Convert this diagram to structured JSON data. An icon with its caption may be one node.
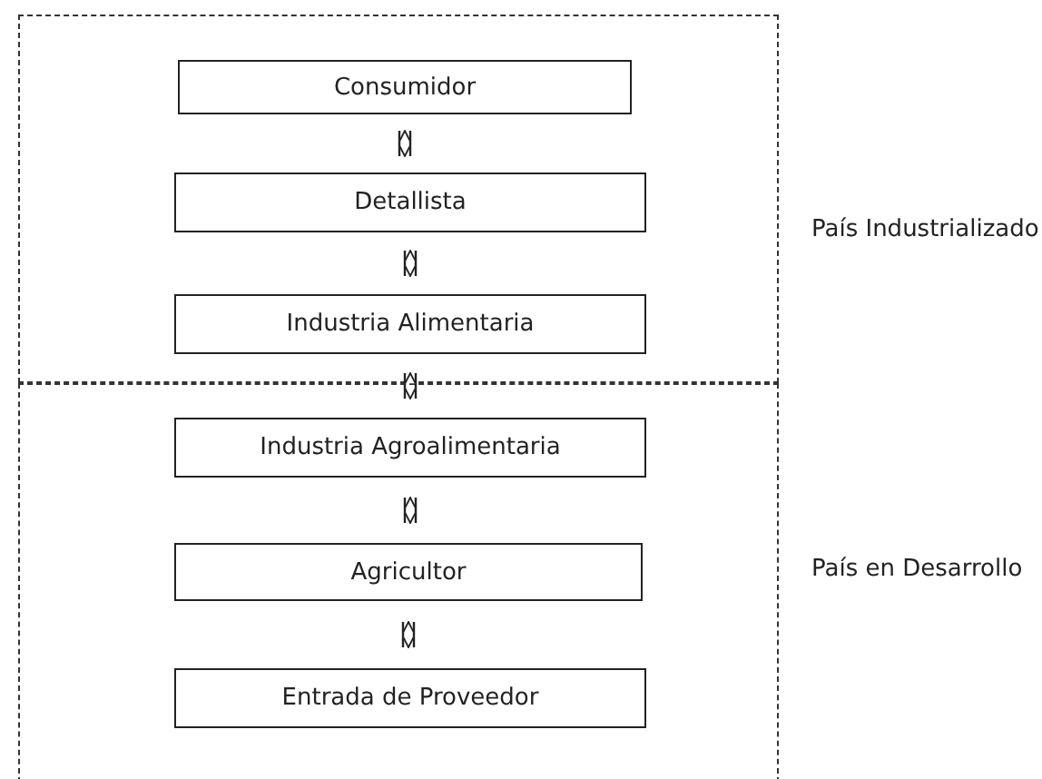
{
  "diagram": {
    "nodes": [
      {
        "text": [
          "País Industrializado"
        ]
      },
      {
        "text": [
          "Consumidor"
        ],
        "in": 0
      },
      {
        "text": [
          "Detallista"
        ],
        "in": 0
      },
      {
        "text": [
          "Industria Alimentaria"
        ],
        "in": 0
      },
      {
        "text": [
          "País en Desarrollo"
        ]
      },
      {
        "text": [
          "Industria Agroalimentaria"
        ],
        "in": 4
      },
      {
        "text": [
          "Agricultor"
        ],
        "in": 4
      },
      {
        "text": [
          "Entrada de Proveedor"
        ],
        "in": 4
      }
    ],
    "edges": [
      {
        "from": 1,
        "to": 2,
        "arrow": "both"
      },
      {
        "from": 2,
        "to": 3,
        "arrow": "both"
      },
      {
        "from": 3,
        "to": 5,
        "arrow": "both"
      },
      {
        "from": 5,
        "to": 6,
        "arrow": "both"
      },
      {
        "from": 6,
        "to": 7,
        "arrow": "both"
      }
    ]
  }
}
